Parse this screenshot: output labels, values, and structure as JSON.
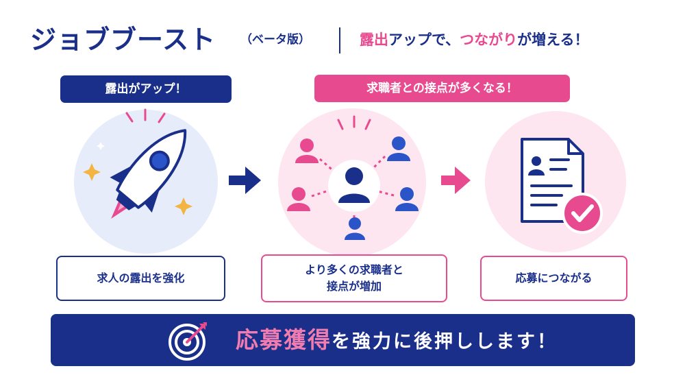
{
  "header": {
    "title": "ジョブブースト",
    "subtitle": "（ベータ版）",
    "tagline_part1": "露出",
    "tagline_part2": "アップで、",
    "tagline_part3": "つながり",
    "tagline_part4": "が増える！"
  },
  "steps": [
    {
      "badge": "露出がアップ！",
      "label": "求人の露出を強化",
      "icon": "rocket-icon"
    },
    {
      "badge": "求職者との接点が多くなる！",
      "label_line1": "より多くの求職者と",
      "label_line2": "接点が増加",
      "icon": "network-people-icon"
    },
    {
      "label": "応募につながる",
      "icon": "resume-check-icon"
    }
  ],
  "banner": {
    "emphasis": "応募獲得",
    "rest": "を強力に後押しします！",
    "icon": "target-icon"
  },
  "colors": {
    "navy": "#1a2f8a",
    "pink": "#e84a8f",
    "light_pink": "#f07cb0",
    "circle_blue": "#e7ecfb",
    "circle_pink": "#fde6ef",
    "gold": "#f2b544"
  }
}
